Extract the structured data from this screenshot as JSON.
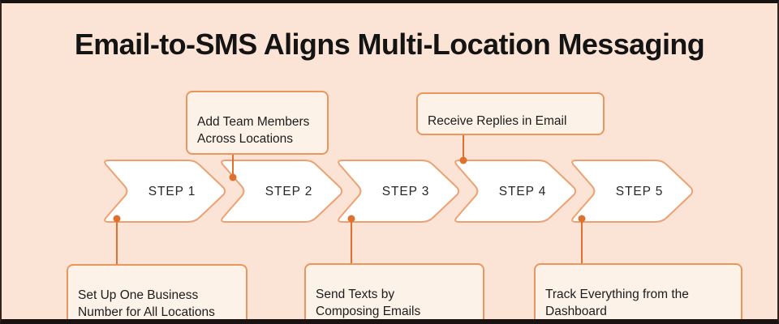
{
  "title": "Email-to-SMS Aligns Multi-Location Messaging",
  "steps": [
    {
      "label": "STEP 1"
    },
    {
      "label": "STEP 2"
    },
    {
      "label": "STEP 3"
    },
    {
      "label": "STEP 4"
    },
    {
      "label": "STEP 5"
    }
  ],
  "callouts": [
    {
      "label": "Set Up One Business\nNumber for All Locations",
      "position": "bottom",
      "connects_to": "STEP 1"
    },
    {
      "label": "Add Team Members\nAcross Locations",
      "position": "top",
      "connects_to": "STEP 2"
    },
    {
      "label": "Send Texts by\nComposing Emails",
      "position": "bottom",
      "connects_to": "STEP 3"
    },
    {
      "label": "Receive Replies in Email",
      "position": "top",
      "connects_to": "STEP 4"
    },
    {
      "label": "Track Everything from the\nDashboard",
      "position": "bottom",
      "connects_to": "STEP 5"
    }
  ],
  "colors": {
    "page_background": "#fbe4d5",
    "frame_border": "#1a1211",
    "chevron_fill": "#ffffff",
    "chevron_border": "#eda173",
    "callout_background": "#fdf2e8",
    "callout_border": "#ea965f",
    "connector_orange": "#e0702e",
    "title_text": "#141414",
    "body_text": "#1c1c1c"
  }
}
